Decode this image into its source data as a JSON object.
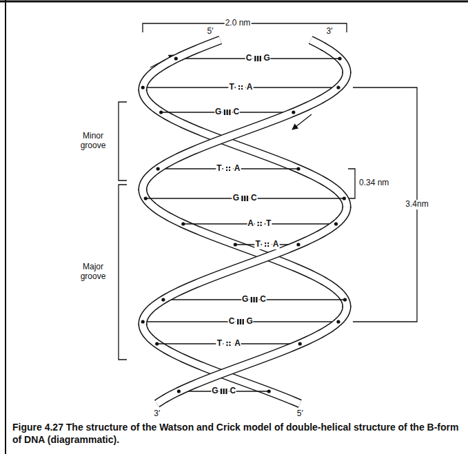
{
  "diagram": {
    "caption": "Figure 4.27 The structure of the Watson and Crick model of double-helical structure of the B-form of DNA (diagrammatic).",
    "labels": [
      "2.0 nm",
      "5′",
      "3′",
      "C",
      "G",
      "T",
      "A",
      "G",
      "C",
      "Minor groove",
      "T",
      "A",
      "0.34 nm",
      "3.4nm",
      "G",
      "C",
      "A",
      "T",
      "T",
      "A",
      "Major groove",
      "G",
      "C",
      "C",
      "G",
      "T",
      "A",
      "G",
      "C",
      "3′",
      "5′"
    ]
  }
}
